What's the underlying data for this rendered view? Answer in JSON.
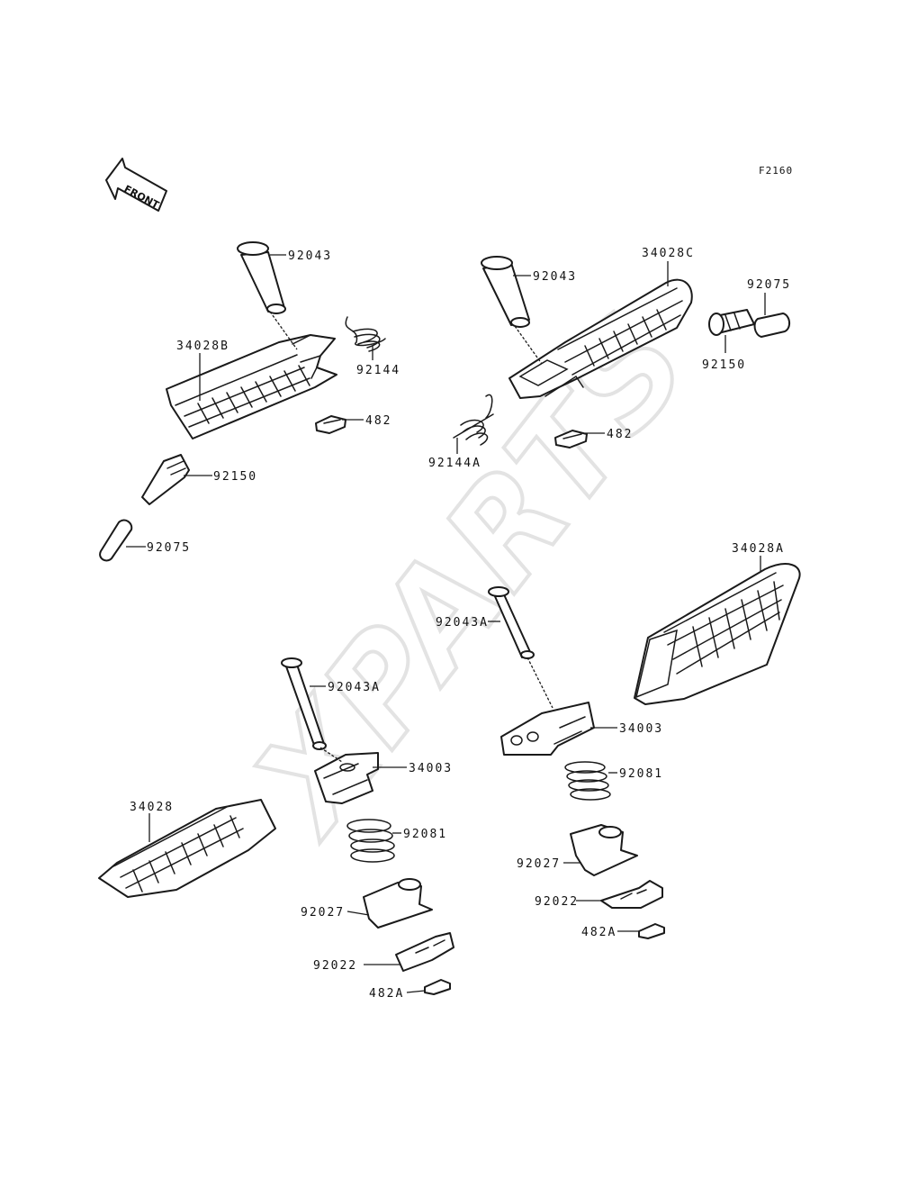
{
  "figure_code": "F2160",
  "front_label": "FRONT",
  "watermark": "XPARTS",
  "labels": [
    {
      "id": "l1",
      "text": "92043"
    },
    {
      "id": "l2",
      "text": "34028B"
    },
    {
      "id": "l3",
      "text": "92144"
    },
    {
      "id": "l4",
      "text": "482"
    },
    {
      "id": "l5",
      "text": "92150"
    },
    {
      "id": "l6",
      "text": "92075"
    },
    {
      "id": "l7",
      "text": "92043"
    },
    {
      "id": "l8",
      "text": "34028C"
    },
    {
      "id": "l9",
      "text": "92075"
    },
    {
      "id": "l10",
      "text": "92150"
    },
    {
      "id": "l11",
      "text": "92144A"
    },
    {
      "id": "l12",
      "text": "482"
    },
    {
      "id": "l13",
      "text": "34028A"
    },
    {
      "id": "l14",
      "text": "92043A"
    },
    {
      "id": "l15",
      "text": "92043A"
    },
    {
      "id": "l16",
      "text": "34003"
    },
    {
      "id": "l17",
      "text": "34003"
    },
    {
      "id": "l18",
      "text": "92081"
    },
    {
      "id": "l19",
      "text": "34028"
    },
    {
      "id": "l20",
      "text": "92081"
    },
    {
      "id": "l21",
      "text": "92027"
    },
    {
      "id": "l22",
      "text": "92027"
    },
    {
      "id": "l23",
      "text": "92022"
    },
    {
      "id": "l24",
      "text": "92022"
    },
    {
      "id": "l25",
      "text": "482A"
    },
    {
      "id": "l26",
      "text": "482A"
    }
  ]
}
